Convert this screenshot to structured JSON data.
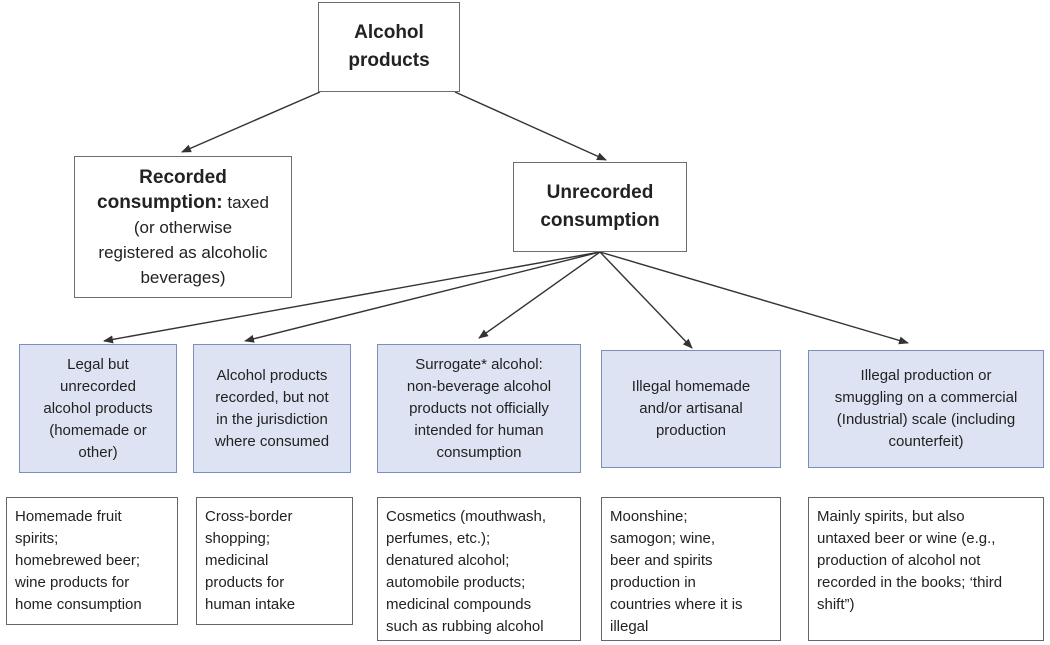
{
  "root": {
    "line1": "Alcohol",
    "line2": "products"
  },
  "recorded": {
    "title_line1": "Recorded",
    "title_bold": "consumption:",
    "title_rest": " taxed",
    "desc_lines": [
      "(or otherwise",
      "registered as alcoholic",
      "beverages)"
    ]
  },
  "unrecorded": {
    "line1": "Unrecorded",
    "line2": "consumption"
  },
  "categories": [
    {
      "lines": [
        "Legal but",
        "unrecorded",
        "alcohol products",
        "(homemade or",
        "other)"
      ]
    },
    {
      "lines": [
        "Alcohol products",
        "recorded, but not",
        "in the jurisdiction",
        "where consumed"
      ]
    },
    {
      "lines": [
        "Surrogate* alcohol:",
        "non-beverage alcohol",
        "products not officially",
        "intended for human",
        "consumption"
      ]
    },
    {
      "lines": [
        "Illegal homemade",
        "and/or artisanal",
        "production"
      ]
    },
    {
      "lines": [
        "Illegal production or",
        "smuggling on a commercial",
        "(Industrial) scale (including",
        "counterfeit)"
      ]
    }
  ],
  "examples": [
    {
      "lines": [
        "Homemade fruit",
        "spirits;",
        "homebrewed beer;",
        "wine products for",
        "home consumption"
      ]
    },
    {
      "lines": [
        "Cross-border",
        "shopping;",
        "medicinal",
        "products for",
        "human intake"
      ]
    },
    {
      "lines": [
        "Cosmetics (mouthwash,",
        "perfumes, etc.);",
        "denatured alcohol;",
        "automobile products;",
        "medicinal compounds",
        "such as rubbing alcohol"
      ]
    },
    {
      "lines": [
        "Moonshine;",
        "samogon; wine,",
        "beer and spirits",
        "production in",
        "countries where it is",
        "illegal"
      ]
    },
    {
      "lines": [
        "Mainly spirits, but also",
        "untaxed beer or wine (e.g.,",
        "production of alcohol not",
        "recorded in the books; ‘third",
        "shift”)"
      ]
    }
  ]
}
